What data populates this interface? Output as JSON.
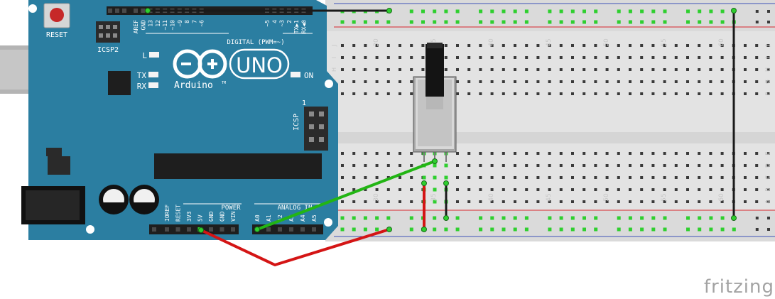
{
  "board": {
    "reset_label": "RESET",
    "icsp2_label": "ICSP2",
    "icsp_label": "ICSP",
    "icsp_pin1": "1",
    "digital_label": "DIGITAL (PWM=~)",
    "digital_pins": [
      "AREF",
      "GND",
      "13",
      "12",
      "~11",
      "~10",
      "~9",
      "8",
      "7",
      "~6",
      "~5",
      "4",
      "~3",
      "2",
      "TX▶1",
      "RX◀0"
    ],
    "led_l": "L",
    "led_tx": "TX",
    "led_rx": "RX",
    "led_on": "ON",
    "logo_text": "UNO",
    "logo_sub": "Arduino",
    "tm": "TM",
    "power_label": "POWER",
    "power_pins": [
      "IOREF",
      "RESET",
      "3V3",
      "5V",
      "GND",
      "GND",
      "VIN"
    ],
    "analog_label": "ANALOG IN",
    "analog_pins": [
      "A0",
      "A1",
      "A2",
      "A3",
      "A4",
      "A5"
    ],
    "board_color": "#2b7ea1"
  },
  "breadboard": {
    "column_numbers": [
      "30",
      "35",
      "40",
      "45",
      "50",
      "55",
      "60"
    ],
    "row_letters_top": [
      "J",
      "I",
      "H",
      "G",
      "F"
    ],
    "row_letters_bottom": [
      "E",
      "D",
      "C",
      "B",
      "A"
    ],
    "rail_red": "#d8272d",
    "rail_blue": "#3d52b8"
  },
  "wires": [
    {
      "name": "ground-wire",
      "color": "#1a1a1a"
    },
    {
      "name": "5v-wire",
      "color": "#d41515"
    },
    {
      "name": "signal-wire",
      "color": "#22b514"
    },
    {
      "name": "pot-power-wire",
      "color": "#d41515"
    },
    {
      "name": "pot-ground-wire",
      "color": "#1a1a1a"
    },
    {
      "name": "rail-ground-jumper",
      "color": "#1a1a1a"
    }
  ],
  "component": {
    "name": "potentiometer"
  },
  "watermark": "fritzing"
}
